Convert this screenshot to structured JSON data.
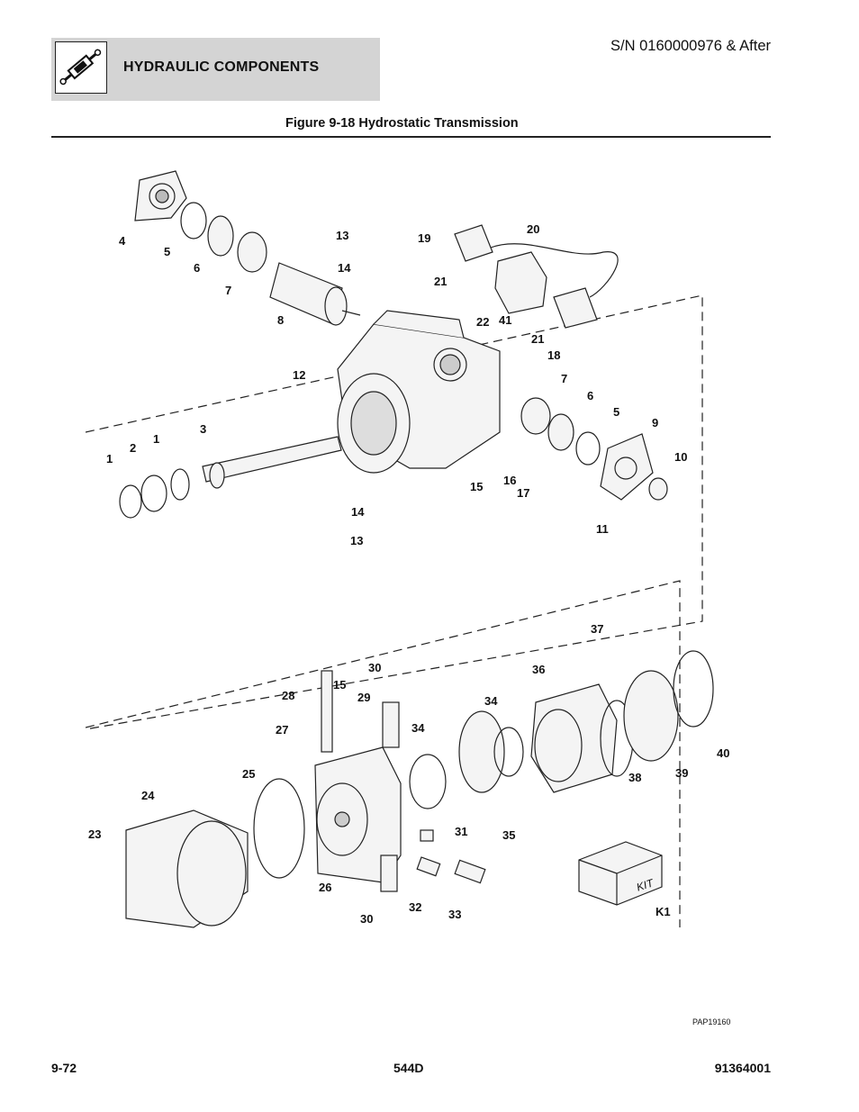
{
  "header": {
    "section_title": "HYDRAULIC COMPONENTS",
    "serial": "S/N 0160000976 & After",
    "logo_icon": "hydraulic-cylinder-icon"
  },
  "figure": {
    "title": "Figure 9-18 Hydrostatic Transmission",
    "code": "PAP19160",
    "callouts": [
      "1",
      "1",
      "2",
      "3",
      "4",
      "5",
      "6",
      "7",
      "8",
      "12",
      "13",
      "14",
      "19",
      "20",
      "21",
      "22",
      "41",
      "21",
      "18",
      "7",
      "6",
      "5",
      "9",
      "10",
      "11",
      "15",
      "16",
      "17",
      "14",
      "13",
      "37",
      "36",
      "30",
      "28",
      "15",
      "29",
      "27",
      "34",
      "34",
      "25",
      "24",
      "23",
      "26",
      "30",
      "31",
      "32",
      "33",
      "35",
      "38",
      "39",
      "40",
      "K1"
    ],
    "kit_label": "KIT"
  },
  "footer": {
    "page": "9-72",
    "model": "544D",
    "doc_number": "91364001"
  }
}
